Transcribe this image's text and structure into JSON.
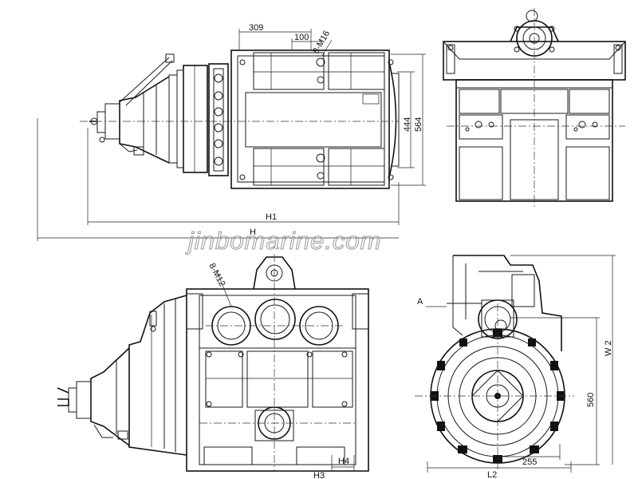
{
  "watermark": "jinbomarine.com",
  "dimensions": {
    "d309": "309",
    "d100": "100",
    "d8m16": "8-M16",
    "d444": "444",
    "d564": "564",
    "h1": "H1",
    "h": "H",
    "d8m12": "8-M12",
    "h4": "H4",
    "h3": "H3",
    "a": "A",
    "w2": "W 2",
    "d560": "560",
    "d255": "255",
    "l2": "L2"
  },
  "colors": {
    "line": "#1a1a1a",
    "watermark": "#9a9a9a",
    "background": "#ffffff"
  }
}
